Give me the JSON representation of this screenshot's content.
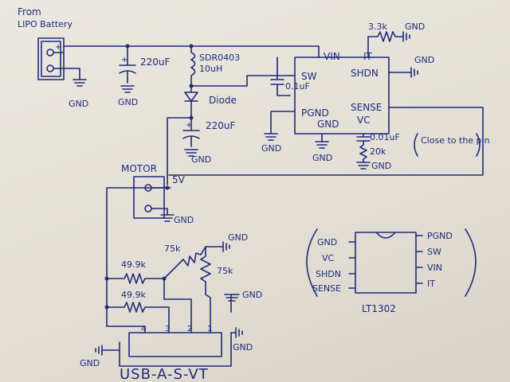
{
  "labels": {
    "from": "From",
    "lipo_battery": "LIPO Battery",
    "plus": "+",
    "cap1": "220uF",
    "cap2": "220uF",
    "inductor_part": "SDR0403",
    "inductor_value": "10uH",
    "diode": "Diode",
    "vin_cap": "0.1uF",
    "res_it": "3.3k",
    "vc_cap": "0.01uF",
    "vc_res": "20k",
    "note": "Close to the pin",
    "motor": "MOTOR",
    "five_v": "5V",
    "r1": "49.9k",
    "r2": "49.9k",
    "r3": "75k",
    "r4": "75k",
    "connector": "USB-A-S-VT",
    "chip_name": "LT1302",
    "gnd": "GND"
  },
  "ic": {
    "pins": {
      "vin": "VIN",
      "it": "IT",
      "sw": "SW",
      "shdn": "SHDN",
      "pgnd": "PGND",
      "sense": "SENSE",
      "gnd": "GND",
      "vc": "VC"
    }
  },
  "usb_pins": [
    "4",
    "3",
    "2",
    "1"
  ],
  "pinout": {
    "left": [
      "GND",
      "VC",
      "SHDN",
      "SENSE"
    ],
    "right": [
      "PGND",
      "SW",
      "VIN",
      "IT"
    ]
  }
}
